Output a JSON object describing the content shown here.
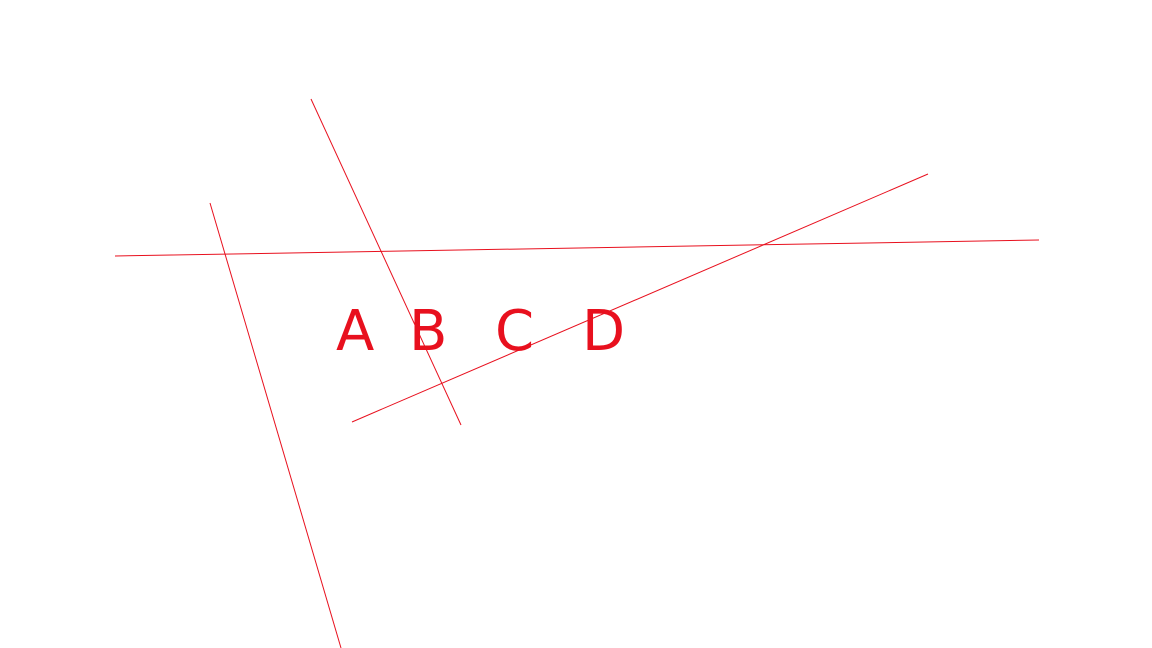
{
  "colors": {
    "background": "#ffffff",
    "ink": "#e8101e"
  },
  "diagram": {
    "elements": [
      "line-1",
      "line-2",
      "line-3",
      "line-4"
    ]
  },
  "labels": {
    "a": "A",
    "b": "B",
    "c": "C",
    "d": "D"
  }
}
